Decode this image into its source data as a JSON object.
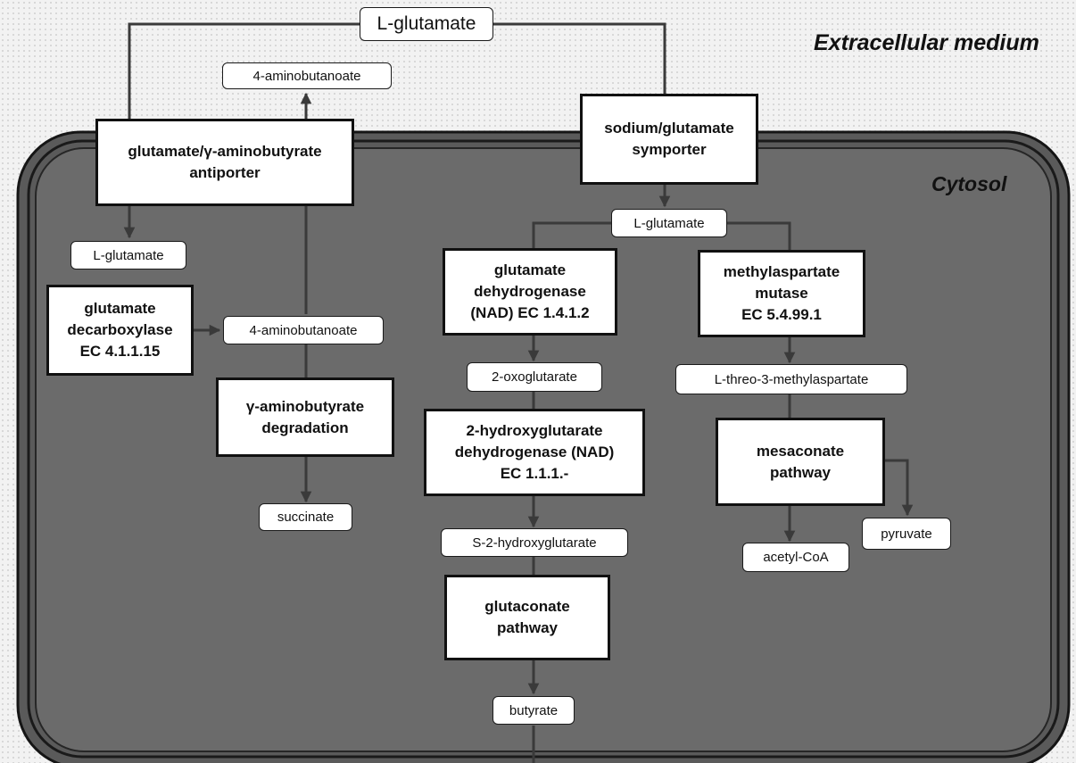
{
  "compartments": {
    "extracellular": "Extracellular medium",
    "cytosol": "Cytosol"
  },
  "metabolites": {
    "l_glutamate_ext": "L-glutamate",
    "aminobutanoate_ext": "4-aminobutanoate",
    "l_glutamate_left": "L-glutamate",
    "aminobutanoate_int": "4-aminobutanoate",
    "succinate": "succinate",
    "l_glutamate_center": "L-glutamate",
    "oxoglutarate": "2-oxoglutarate",
    "hydroxyglutarate": "S-2-hydroxyglutarate",
    "butyrate": "butyrate",
    "methylaspartate": "L-threo-3-methylaspartate",
    "acetyl_coa": "acetyl-CoA",
    "pyruvate": "pyruvate"
  },
  "enzymes": {
    "antiporter": "glutamate/γ-aminobutyrate\nantiporter",
    "symporter": "sodium/glutamate\nsymporter",
    "decarboxylase": "glutamate\ndecarboxylase\nEC 4.1.1.15",
    "gaba_degradation": "γ-aminobutyrate\ndegradation",
    "glutamate_dh": "glutamate\ndehydrogenase\n(NAD) EC 1.4.1.2",
    "hydroxyglutarate_dh": "2-hydroxyglutarate\ndehydrogenase (NAD)\nEC 1.1.1.-",
    "glutaconate": "glutaconate\npathway",
    "methylaspartate_mutase": "methylaspartate\nmutase\nEC 5.4.99.1",
    "mesaconate": "mesaconate\npathway"
  },
  "colors": {
    "cytosol_fill": "#6b6b6b",
    "membrane": "#1a1a1a",
    "line": "#3a3a3a",
    "box_fill": "#ffffff"
  }
}
